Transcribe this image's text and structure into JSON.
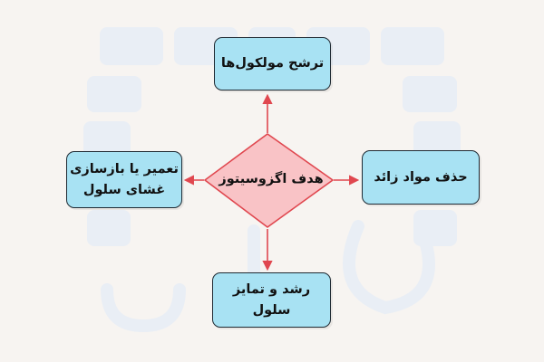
{
  "diagram": {
    "center": {
      "label": "هدف اگزوسیتوز"
    },
    "nodes": {
      "top": {
        "label": "ترشح مولکول‌ها"
      },
      "right": {
        "label": "حذف مواد زائد"
      },
      "left": {
        "label_line1": "تعمیر یا بازسازی",
        "label_line2": "غشای سلول"
      },
      "bottom": {
        "label": "رشد و تمایز سلول"
      }
    }
  },
  "colors": {
    "background": "#f7f4f1",
    "box_fill": "#a8e2f3",
    "box_border": "#1f2a33",
    "diamond_fill": "#f9c3c6",
    "diamond_border": "#e0474f",
    "arrow": "#e0474f",
    "watermark": "#e6ebf3"
  }
}
